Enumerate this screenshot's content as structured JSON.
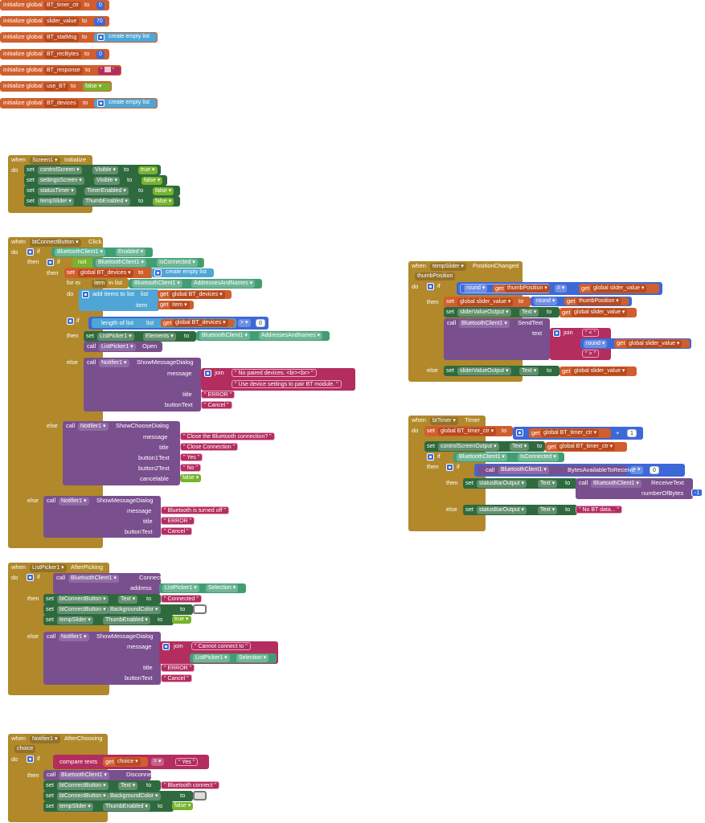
{
  "globals": {
    "init_label": "initialize global",
    "to": "to",
    "items": [
      {
        "name": "BT_timer_ctr",
        "value": "0",
        "kind": "number"
      },
      {
        "name": "slider_value",
        "value": "70",
        "kind": "number"
      },
      {
        "name": "BT_statMsg",
        "value": "create empty list",
        "kind": "list"
      },
      {
        "name": "BT_recBytes",
        "value": "0",
        "kind": "number"
      },
      {
        "name": "BT_response",
        "value": "",
        "kind": "text"
      },
      {
        "name": "use_BT",
        "value": "false",
        "kind": "logic"
      },
      {
        "name": "BT_devices",
        "value": "create empty list",
        "kind": "list"
      }
    ]
  },
  "kw": {
    "when": "when",
    "do": "do",
    "if": "if",
    "then": "then",
    "else": "else",
    "set": "set",
    "to": "to",
    "call": "call",
    "get": "get",
    "not": "not",
    "join": "join",
    "round": "round",
    "for_each": "for each",
    "item": "item",
    "in_list": "in list",
    "list": "list",
    "add_items": "add items to list",
    "length_of_list": "length of list",
    "compare_texts": "compare texts"
  },
  "screen_init": {
    "component": "Screen1",
    "event": "Initialize",
    "rows": [
      {
        "comp": "controlScreen",
        "prop": "Visible",
        "value": "true"
      },
      {
        "comp": "settingsScreen",
        "prop": "Visible",
        "value": "false"
      },
      {
        "comp": "statusTimer",
        "prop": "TimerEnabled",
        "value": "false"
      },
      {
        "comp": "tempSlider",
        "prop": "ThumbEnabled",
        "value": "false"
      }
    ]
  },
  "bt_connect": {
    "component": "btConnectButton",
    "event": "Click",
    "bt_client": "BluetoothClient1",
    "enabled": "Enabled",
    "is_connected": "IsConnected",
    "global_devices": "global BT_devices",
    "create_empty_list": "create empty list",
    "addresses_and_names": "AddressesAndNames",
    "gt": ">",
    "zero": "0",
    "list_picker": "ListPicker1",
    "elements": "Elements",
    "open": "Open",
    "notifier": "Notifier1",
    "show_message_dialog": "ShowMessageDialog",
    "message_label": "message",
    "title_label": "title",
    "button_text_label": "buttonText",
    "no_paired": "No paired devices. <br><br>",
    "use_settings": "Use device settings to pair BT module.",
    "error": "ERROR",
    "cancel": "Cancel",
    "show_choose_dialog": "ShowChooseDialog",
    "button1_label": "button1Text",
    "button2_label": "button2Text",
    "cancelable_label": "cancelable",
    "close_question": "Close the Bluetooth connection?",
    "close_connection": "Close Connection",
    "yes": "Yes",
    "no": "No",
    "false": "false",
    "bt_off": "Bluetooth is turned off"
  },
  "list_picker": {
    "component": "ListPicker1",
    "event": "AfterPicking",
    "bt_client": "BluetoothClient1",
    "connect": "Connect",
    "address_label": "address",
    "selection": "Selection",
    "btn": "btConnectButton",
    "text_prop": "Text",
    "connected": "Connected",
    "bg_prop": "BackgroundColor",
    "slider": "tempSlider",
    "thumb_enabled": "ThumbEnabled",
    "true": "true",
    "notifier": "Notifier1",
    "show_message_dialog": "ShowMessageDialog",
    "message_label": "message",
    "title_label": "title",
    "button_text_label": "buttonText",
    "cannot_connect": "Cannot connect to",
    "error": "ERROR",
    "cancel": "Cancel"
  },
  "notifier_after": {
    "component": "Notifier1",
    "event": "AfterChoosing",
    "param": "choice",
    "eq": "=",
    "yes": "Yes",
    "bt_client": "BluetoothClient1",
    "disconnect": "Disconnect",
    "btn": "btConnectButton",
    "text_prop": "Text",
    "bt_connect": "Bluetooth connect",
    "bg_prop": "BackgroundColor",
    "slider": "tempSlider",
    "thumb_enabled": "ThumbEnabled",
    "false": "false"
  },
  "temp_slider": {
    "component": "tempSlider",
    "event": "PositionChanged",
    "param": "thumbPosition",
    "round": "round",
    "neq": "≠",
    "global_slider": "global slider_value",
    "output": "sliderValueOutput",
    "text_prop": "Text",
    "bt_client": "BluetoothClient1",
    "send_text": "SendText",
    "text_label": "text",
    "lt": "<",
    "gt": ">"
  },
  "bt_timer": {
    "component": "btTimer",
    "event": "Timer",
    "global_ctr": "global BT_timer_ctr",
    "plus": "+",
    "one": "1",
    "screen_output": "controlScreenOutput",
    "text_prop": "Text",
    "bt_client": "BluetoothClient1",
    "is_connected": "IsConnected",
    "bytes_available": "BytesAvailableToReceive",
    "gt": ">",
    "zero": "0",
    "status_output": "statusBarOutput",
    "receive_text": "ReceiveText",
    "num_bytes_label": "numberOfBytes",
    "minus_one": "-1",
    "no_data": "No BT data..."
  }
}
